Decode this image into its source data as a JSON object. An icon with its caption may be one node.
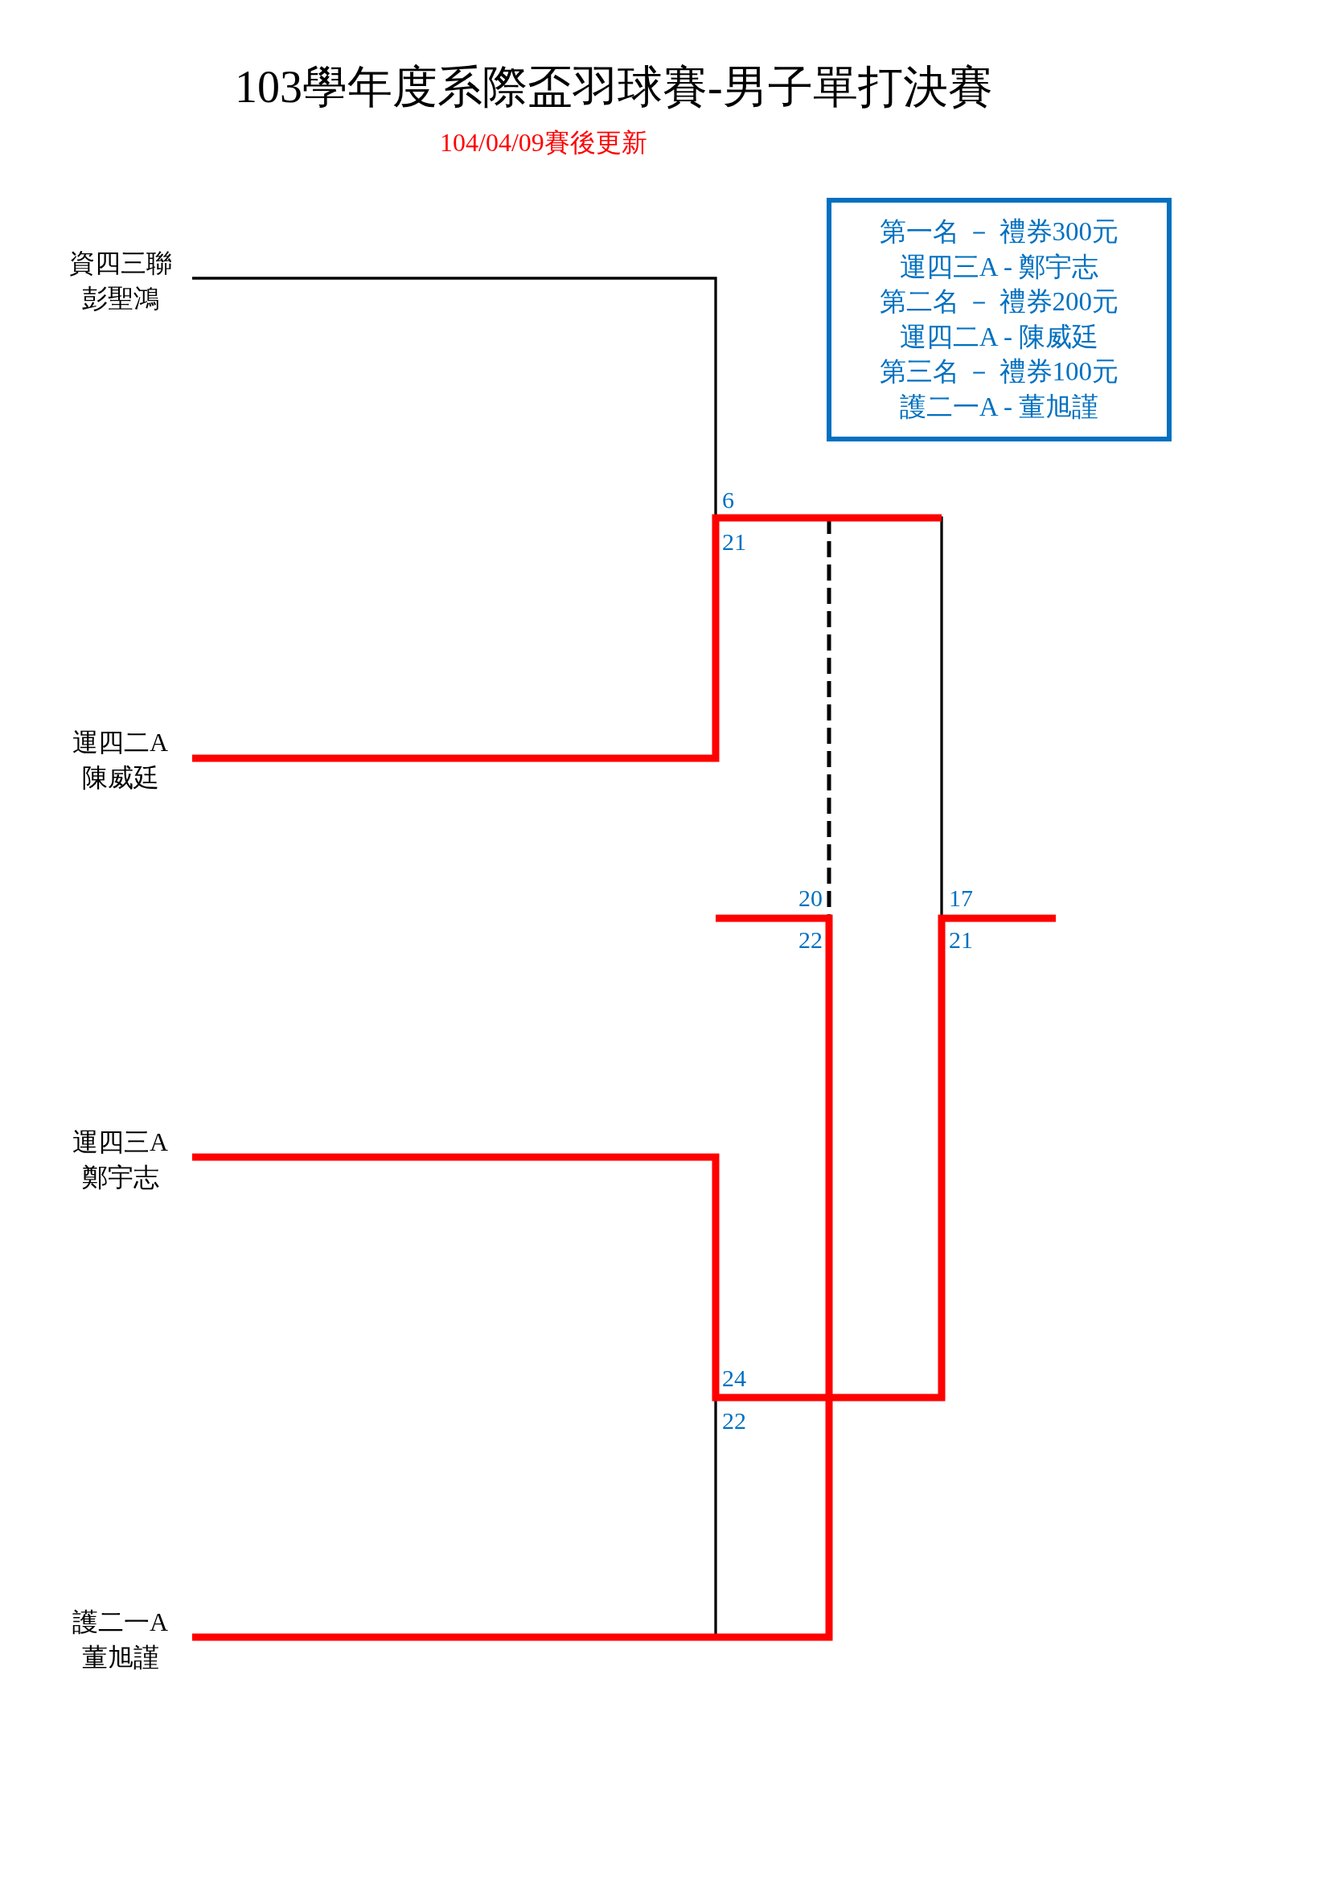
{
  "diagram": {
    "title": "103學年度系際盃羽球賽-男子單打決賽",
    "nodes": [
      {
        "text": [
          "資四三聯",
          "彭聖鴻"
        ]
      },
      {
        "text": [
          "運四二A",
          "陳威廷"
        ]
      },
      {
        "text": [
          "運四三A",
          "鄭宇志"
        ]
      },
      {
        "text": [
          "護二一A",
          "董旭謹"
        ]
      },
      {
        "text": [
          "第一名 － 禮券300元",
          "運四三A - 鄭宇志",
          "第二名 － 禮券200元",
          "運四二A - 陳威廷",
          "第三名 － 禮券100元",
          "護二一A - 董旭謹"
        ]
      }
    ],
    "edges": [
      {
        "from": 0,
        "to": 1,
        "arrow": "none"
      },
      {
        "from": 1,
        "to": null,
        "arrow": "none",
        "style": "thick",
        "color": "#ff0000"
      },
      {
        "from": 1,
        "to": 2,
        "arrow": "none"
      },
      {
        "from": 2,
        "to": null,
        "arrow": "none",
        "style": "thick",
        "color": "#ff0000"
      },
      {
        "from": 2,
        "to": 3,
        "arrow": "none"
      },
      {
        "from": 3,
        "to": null,
        "arrow": "none",
        "style": "thick",
        "color": "#ff0000"
      }
    ],
    "labels": [
      "104/04/09賽後更新",
      "6",
      "21",
      "20",
      "17",
      "22",
      "21",
      "24",
      "22"
    ]
  }
}
